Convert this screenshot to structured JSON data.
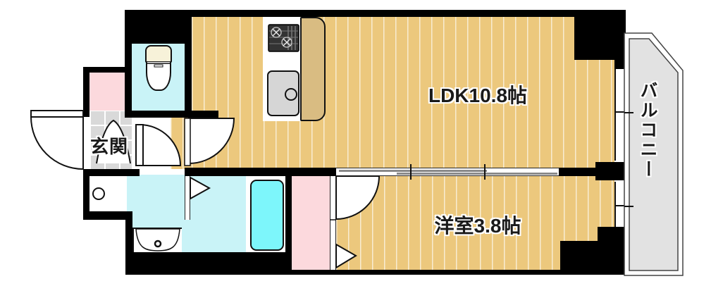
{
  "floorplan": {
    "labels": {
      "ldk": "LDK10.8帖",
      "bedroom": "洋室3.8帖",
      "entrance": "玄関",
      "balcony": "バルコニー"
    },
    "colors": {
      "floor_tan": "#ecc87d",
      "counter_tan": "#d9bc82",
      "wall_black": "#000000",
      "room_cyan": "#c9f3f7",
      "bathtub_cyan": "#7df6fb",
      "closet_pink": "#fcd9dd",
      "tile_gray": "#d9d9d9",
      "balcony_gray": "#e2e2e2",
      "sink_gray": "#d6d6d6",
      "toilet_tank_cream": "#f7f2d9",
      "stove_dark": "#333333"
    }
  }
}
